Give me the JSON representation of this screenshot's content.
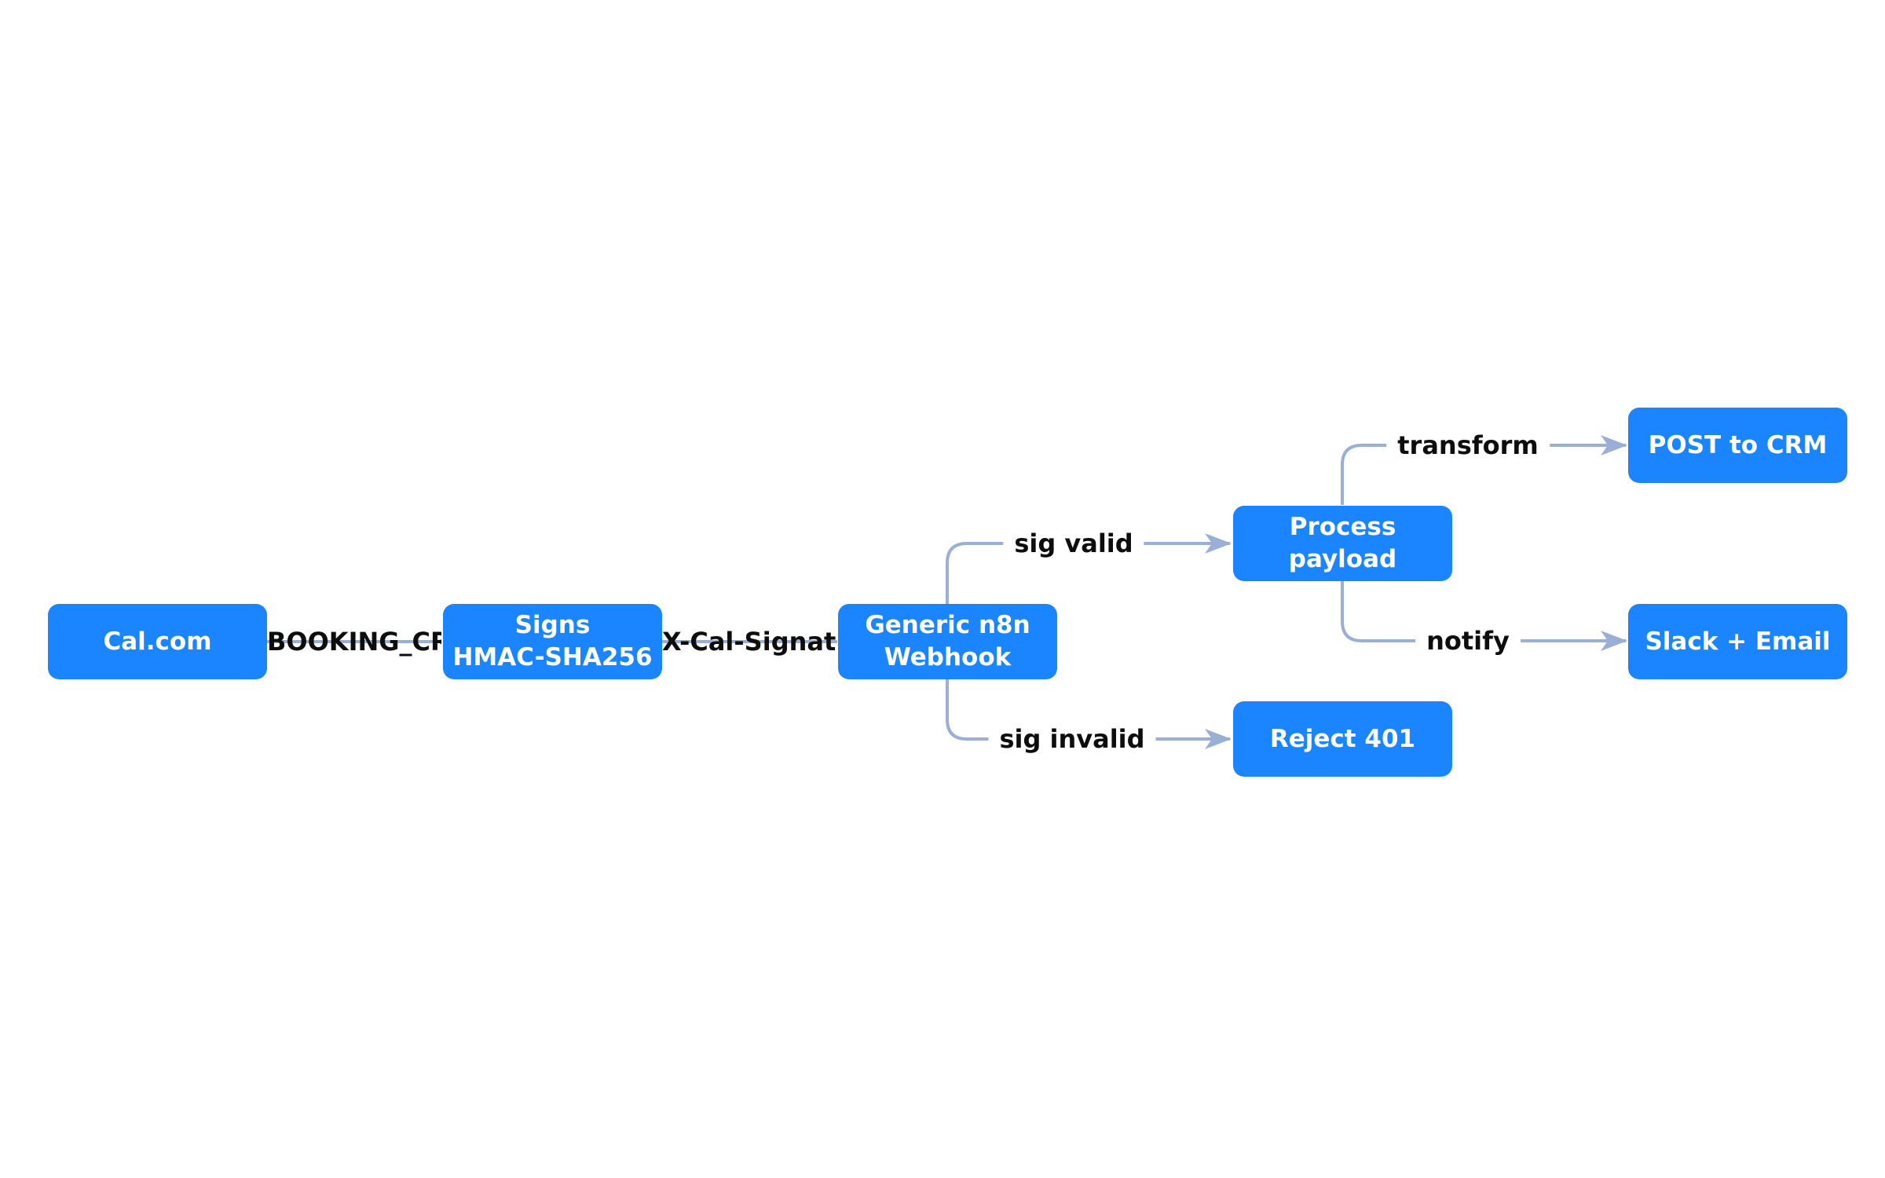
{
  "diagram": {
    "nodes": {
      "calcom": "Cal.com",
      "signs": "Signs\nHMAC-SHA256",
      "webhook": "Generic n8n\nWebhook",
      "process": "Process\npayload",
      "reject": "Reject 401",
      "post_crm": "POST to CRM",
      "slack_email": "Slack + Email"
    },
    "edges": {
      "booking_created": "BOOKING_CREATED",
      "signature_header": "X-Cal-Signature header",
      "sig_valid": "sig valid",
      "sig_invalid": "sig invalid",
      "transform": "transform",
      "notify": "notify"
    }
  },
  "colors": {
    "node_fill": "#1a85ff",
    "node_text": "#ffffff",
    "edge": "#9aafd6",
    "label_text": "#0d0d0d"
  }
}
